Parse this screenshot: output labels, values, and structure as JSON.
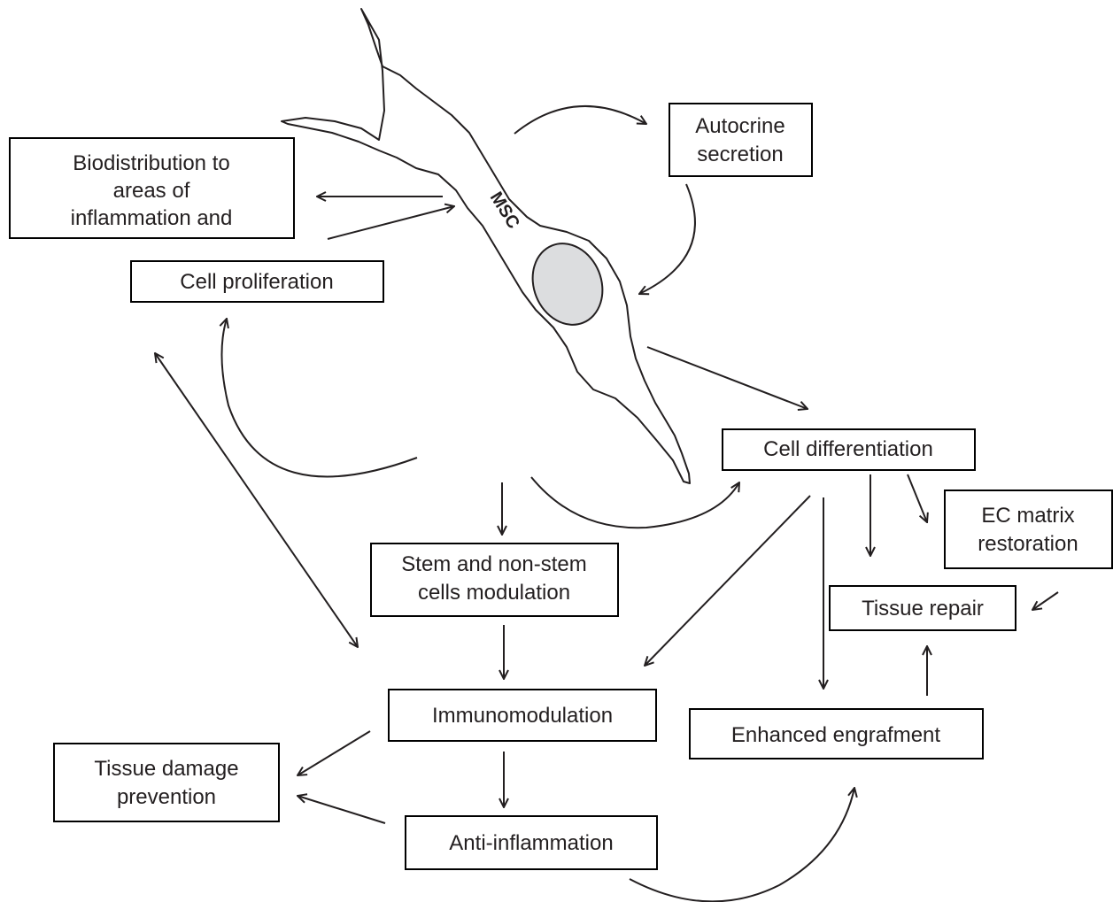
{
  "cell": {
    "label": "MSC"
  },
  "boxes": {
    "autocrine": [
      "Autocrine",
      "secretion"
    ],
    "biodistribution": [
      "Biodistribution to",
      "areas of",
      "inflammation and"
    ],
    "proliferation": [
      "Cell proliferation"
    ],
    "differentiation": [
      "Cell differentiation"
    ],
    "ec_matrix": [
      "EC matrix",
      "restoration"
    ],
    "tissue_repair": [
      "Tissue repair"
    ],
    "stem_modulation": [
      "Stem and non-stem",
      "cells modulation"
    ],
    "immunomodulation": [
      "Immunomodulation"
    ],
    "enhanced_engraftment": [
      "Enhanced engrafment"
    ],
    "tissue_damage": [
      "Tissue damage",
      "prevention"
    ],
    "anti_inflammation": [
      "Anti-inflammation"
    ]
  }
}
